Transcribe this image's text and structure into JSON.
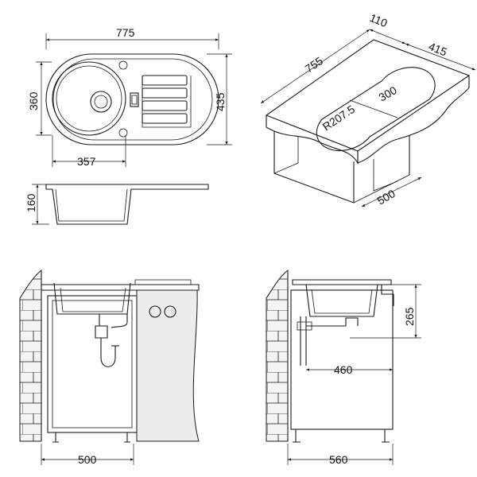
{
  "top_view": {
    "width": "775",
    "height_left": "360",
    "height_right": "435",
    "bowl_width": "357"
  },
  "side_section": {
    "depth": "160"
  },
  "iso_view": {
    "length": "755",
    "back": "110",
    "width": "415",
    "bowl_radius": "R207.5",
    "bowl_width": "300",
    "cabinet": "500"
  },
  "front_install": {
    "cabinet_width": "500"
  },
  "side_install": {
    "height": "265",
    "drain_offset": "460",
    "cabinet_depth": "560"
  }
}
